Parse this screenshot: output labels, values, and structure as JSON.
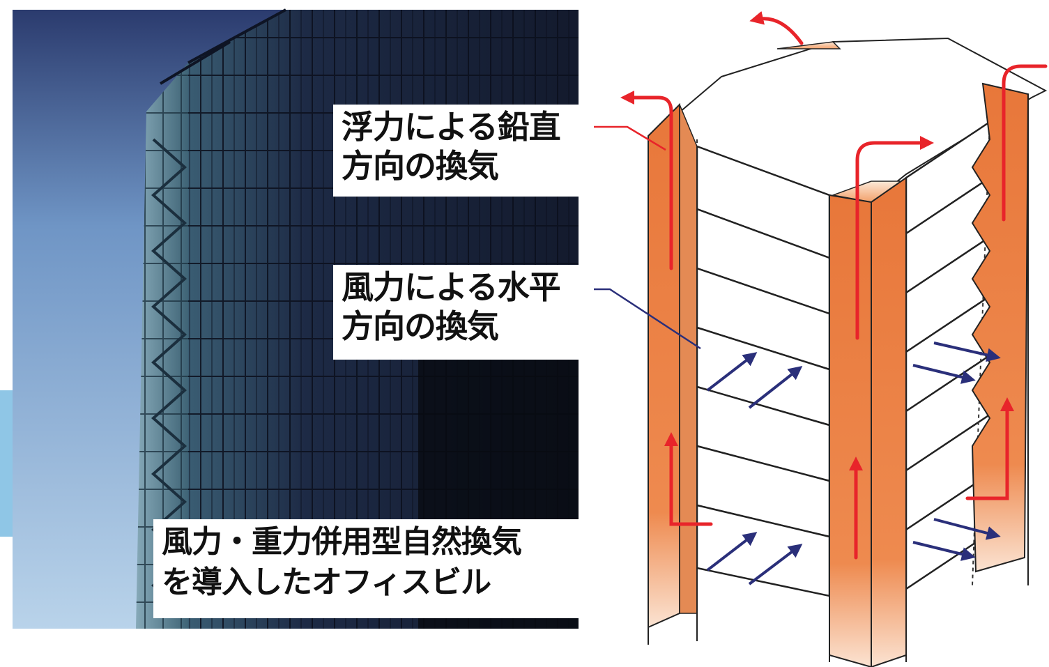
{
  "labels": {
    "vertical_ventilation": {
      "line1": "浮力による鉛直",
      "line2": "方向の換気"
    },
    "horizontal_ventilation": {
      "line1": "風力による水平",
      "line2": "方向の換気"
    },
    "building_caption": {
      "line1": "風力・重力併用型自然換気",
      "line2": "を導入したオフィスビル"
    }
  },
  "colors": {
    "shaft_orange": "#e8773a",
    "updraft_arrow": "#e8242a",
    "wind_arrow": "#2a2f7a",
    "sky_blue": "#8fb4d6",
    "facade_dark": "#1c2035"
  },
  "icons": {
    "vertical_arrow": "red-updraft-arrow-icon",
    "horizontal_arrow": "navy-wind-arrow-icon"
  }
}
